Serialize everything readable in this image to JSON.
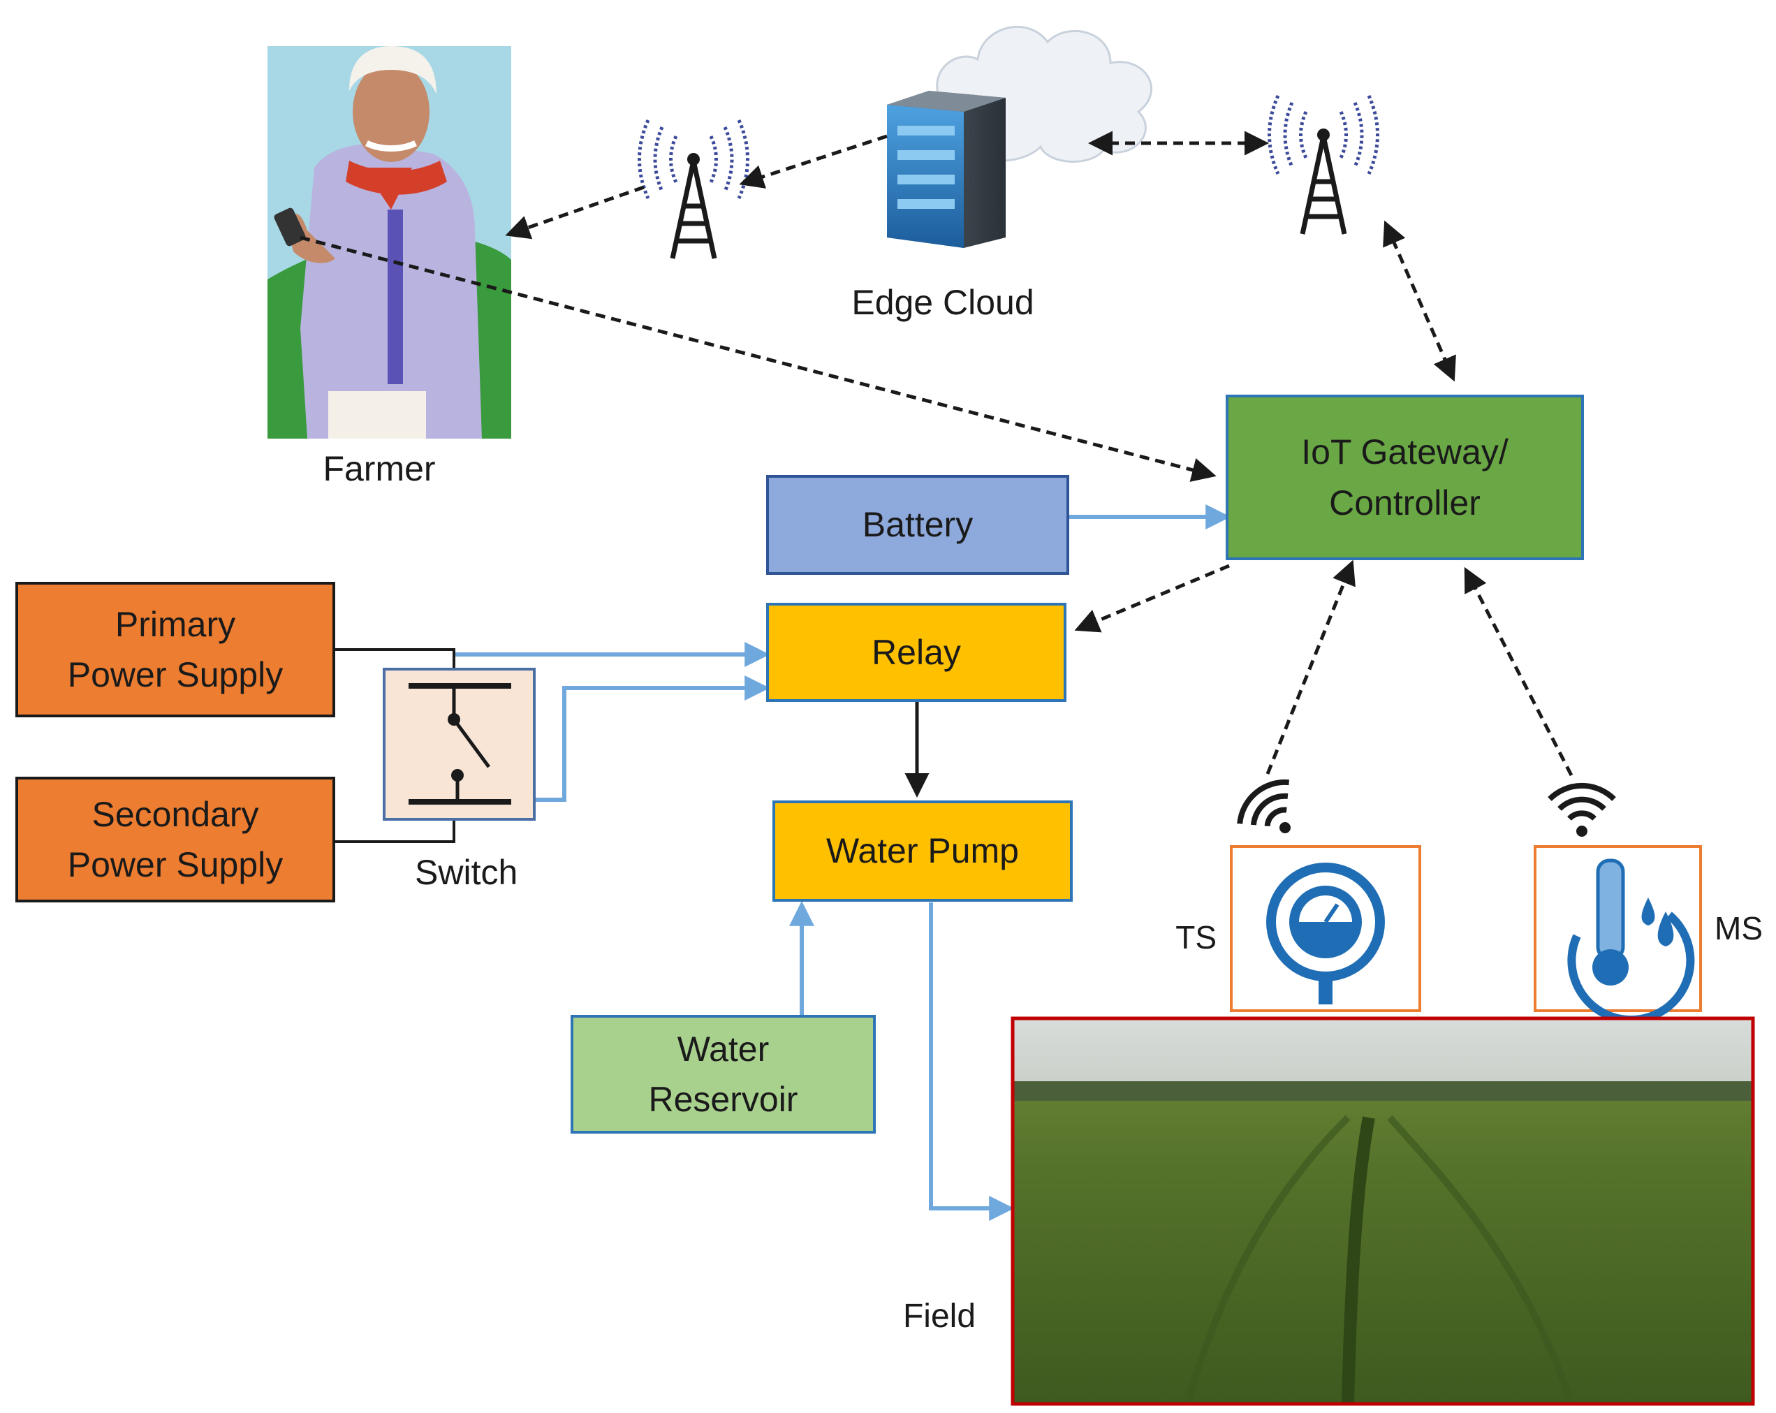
{
  "nodes": {
    "edge_cloud": "Edge Cloud",
    "farmer": "Farmer",
    "iot_gateway": [
      "IoT Gateway/",
      "Controller"
    ],
    "battery": "Battery",
    "relay": "Relay",
    "water_pump": "Water Pump",
    "water_reservoir": [
      "Water",
      "Reservoir"
    ],
    "primary_power": [
      "Primary",
      "Power Supply"
    ],
    "secondary_power": [
      "Secondary",
      "Power Supply"
    ],
    "switch": "Switch",
    "ts": "TS",
    "ms": "MS",
    "field": "Field"
  },
  "colors": {
    "gateway_fill": "#6aa845",
    "gateway_border": "#2e75b6",
    "battery_fill": "#8eaadc",
    "battery_border": "#2f5597",
    "relay_fill": "#ffc000",
    "pump_fill": "#ffc000",
    "power_fill": "#ed7d31",
    "reservoir_fill": "#a9d18e",
    "switch_fill": "#f8e5d6",
    "sensor_border": "#ed7d31",
    "field_border": "#c00000",
    "blue_connector": "#6fa8dc",
    "dashed_connector": "#1a1a1a"
  },
  "icons": [
    "cloud-icon",
    "server-icon",
    "antenna-tower-icon",
    "wifi-icon",
    "pressure-gauge-icon",
    "thermometer-moisture-icon",
    "farmer-illustration",
    "field-photo"
  ]
}
